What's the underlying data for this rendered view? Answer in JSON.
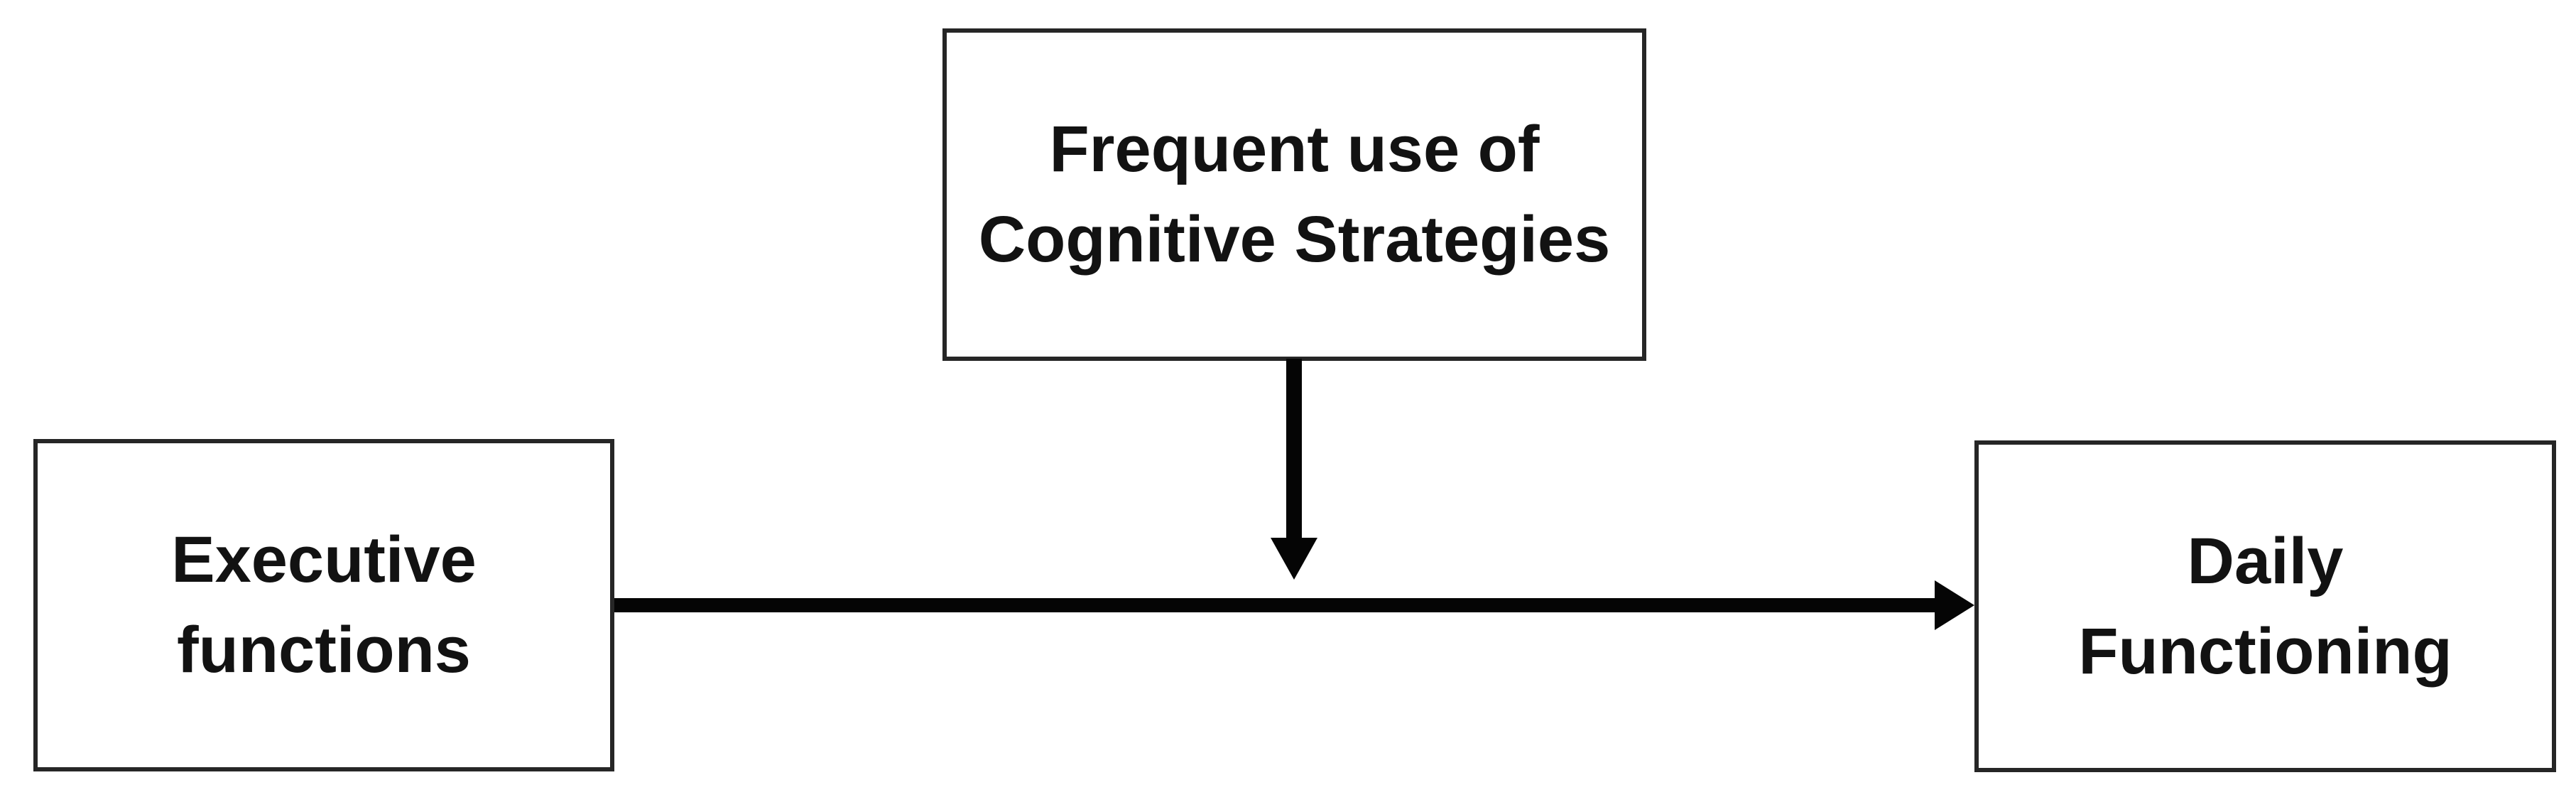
{
  "diagram": {
    "type": "moderation-path-diagram",
    "background_color": "#ffffff",
    "node_border_color": "#262626",
    "node_fill_color": "#ffffff",
    "arrow_color": "#050505",
    "text_color": "#121212",
    "nodes": [
      {
        "id": "frequent-use-of-cognitive-strategies",
        "label": "Frequent use of\nCognitive Strategies",
        "position": "top-center"
      },
      {
        "id": "executive-functions",
        "label": "Executive\nfunctions",
        "position": "middle-left"
      },
      {
        "id": "daily-functioning",
        "label": "Daily\nFunctioning",
        "position": "middle-right"
      }
    ],
    "edges": [
      {
        "from": "executive-functions",
        "to": "daily-functioning",
        "direction": "right",
        "style": "solid-arrow"
      },
      {
        "from": "frequent-use-of-cognitive-strategies",
        "to": "path-executive-functions-to-daily-functioning",
        "direction": "down",
        "style": "solid-arrow"
      }
    ]
  }
}
